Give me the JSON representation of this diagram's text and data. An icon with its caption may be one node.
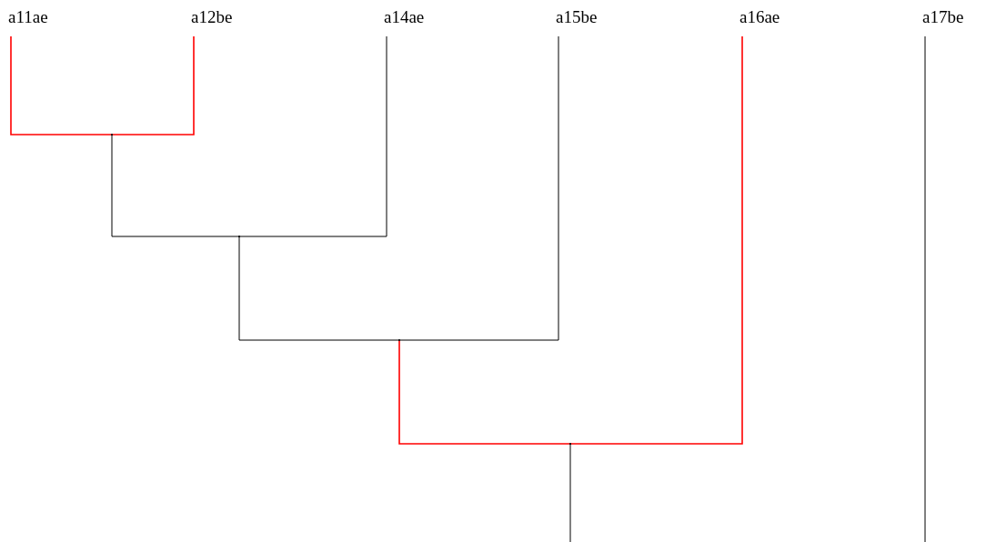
{
  "diagram": {
    "nodes": [
      {
        "text": [
          "a11ae"
        ]
      },
      {
        "text": [
          "a12be"
        ]
      },
      {
        "text": [
          "a14ae"
        ]
      },
      {
        "text": [
          "a15be"
        ]
      },
      {
        "text": [
          "a16ae"
        ]
      },
      {
        "text": [
          "a17be"
        ]
      },
      {
        "text": [],
        "shape": "circle"
      },
      {
        "text": [],
        "shape": "circle"
      },
      {
        "text": [],
        "shape": "circle"
      },
      {
        "text": [],
        "shape": "circle"
      }
    ],
    "edges": [
      {
        "from": 6,
        "to": 0,
        "arrow": "none",
        "color": "#ff0000"
      },
      {
        "from": 6,
        "to": 1,
        "arrow": "none",
        "color": "#ff0000"
      },
      {
        "from": 7,
        "to": 6,
        "arrow": "none"
      },
      {
        "from": 7,
        "to": 2,
        "arrow": "none"
      },
      {
        "from": 8,
        "to": 7,
        "arrow": "none"
      },
      {
        "from": 8,
        "to": 3,
        "arrow": "none"
      },
      {
        "from": 9,
        "to": 8,
        "arrow": "none",
        "color": "#ff0000"
      },
      {
        "from": 9,
        "to": 4,
        "arrow": "none",
        "color": "#ff0000"
      },
      {
        "from": 9,
        "to": null,
        "arrow": "none"
      },
      {
        "from": 5,
        "to": null,
        "arrow": "none"
      }
    ]
  }
}
